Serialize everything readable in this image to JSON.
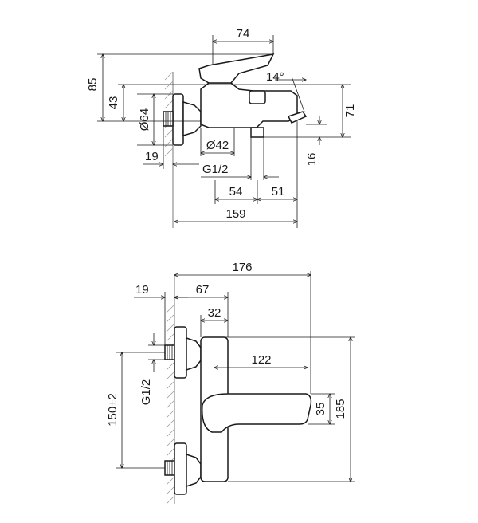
{
  "drawing": {
    "top_view": {
      "dim_74": "74",
      "dim_85": "85",
      "dim_43": "43",
      "dim_14deg": "14°",
      "dim_64": "Ø64",
      "dim_71": "71",
      "dim_42": "Ø42",
      "dim_19": "19",
      "dim_g12": "G1/2",
      "dim_16": "16",
      "dim_54": "54",
      "dim_51": "51",
      "dim_159": "159"
    },
    "front_view": {
      "dim_176": "176",
      "dim_19": "19",
      "dim_67": "67",
      "dim_32": "32",
      "dim_122": "122",
      "dim_150": "150±2",
      "dim_g12": "G1/2",
      "dim_35": "35",
      "dim_185": "185"
    }
  }
}
